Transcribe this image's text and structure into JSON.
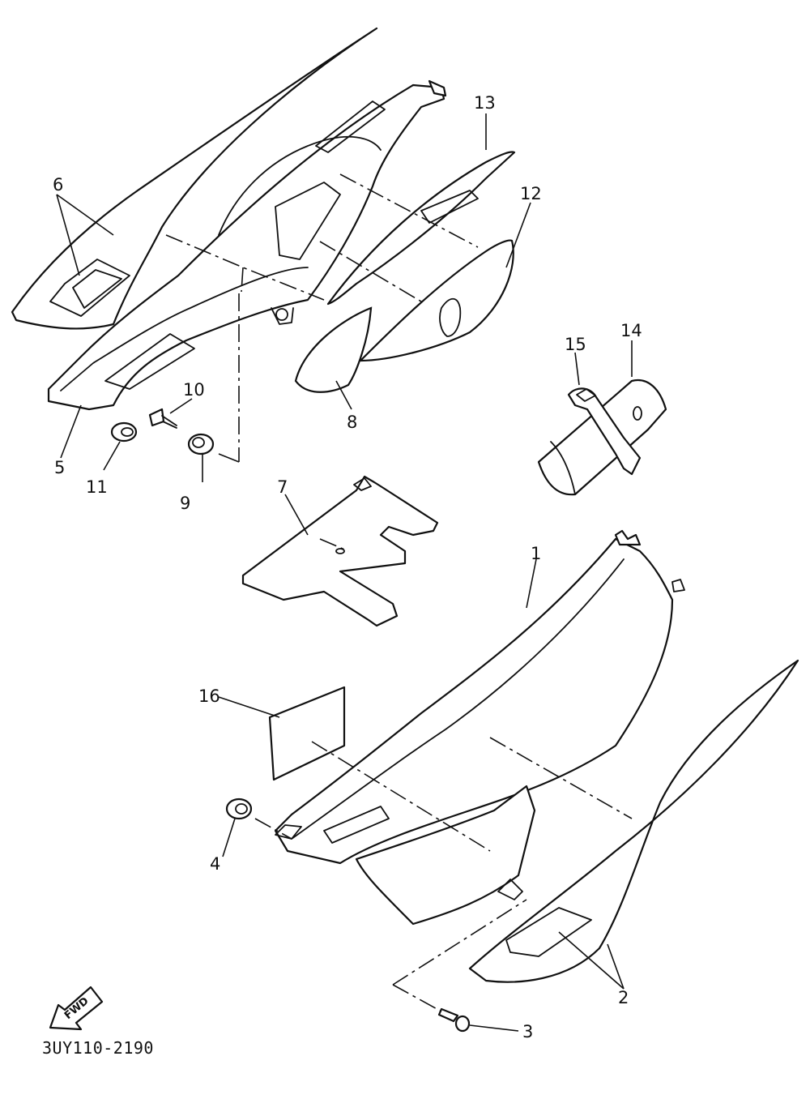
{
  "diagram": {
    "drawing_code": "3UY110-2190",
    "direction_label": "FWD",
    "callouts": [
      "1",
      "2",
      "3",
      "4",
      "5",
      "6",
      "7",
      "8",
      "9",
      "10",
      "11",
      "12",
      "13",
      "14",
      "15",
      "16"
    ]
  }
}
